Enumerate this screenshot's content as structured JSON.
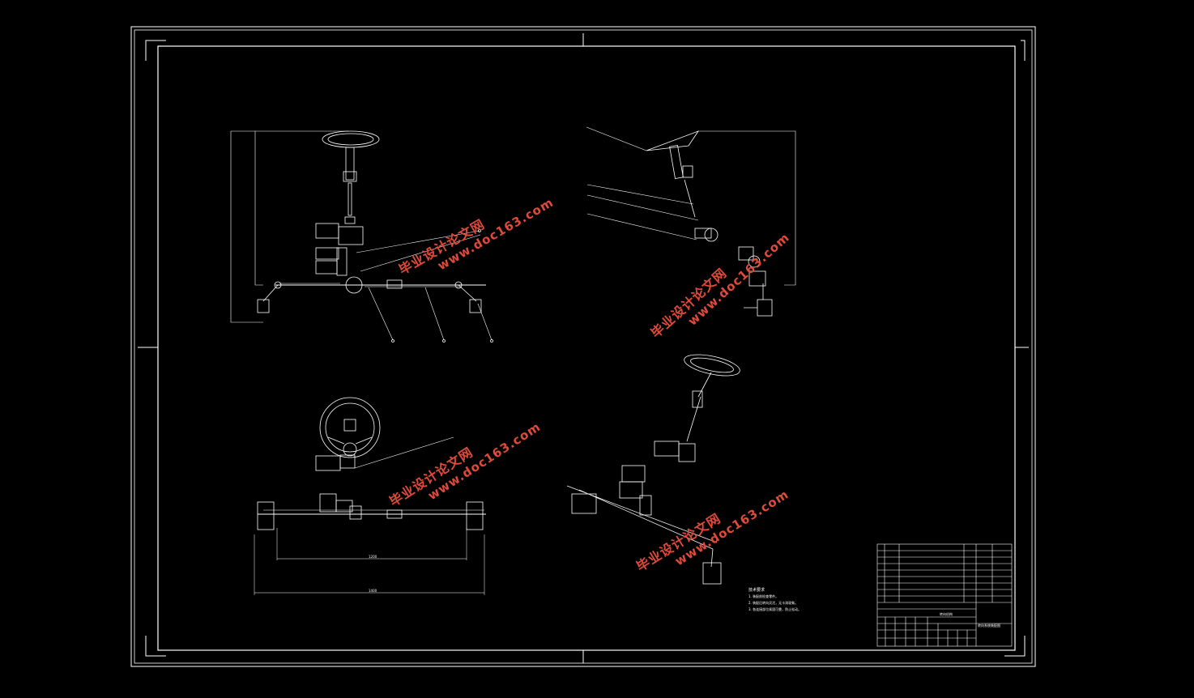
{
  "watermark": {
    "line1": "毕业设计论文网",
    "line2": "www.doc163.com"
  },
  "drawing": {
    "background": "#000000",
    "line_color": "#ffffff",
    "watermark_color": "#e04a3a"
  },
  "technical_requirements": {
    "title": "技术要求",
    "items": [
      "1. 装配前检查零件。",
      "2. 装配后转向灵活，无卡滞现象。",
      "3. 各连接部位紧固可靠，防止松动。"
    ]
  },
  "title_block": {
    "drawing_name": "转向系统装配图",
    "part_name": "转向机构"
  }
}
